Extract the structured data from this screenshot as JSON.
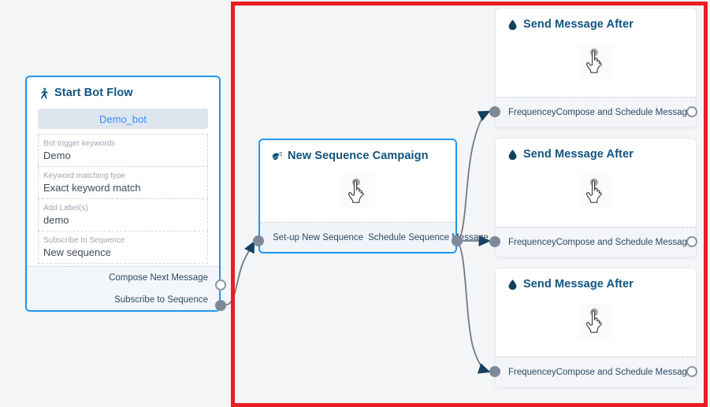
{
  "canvas": {
    "background": "#f4f5f7",
    "annotation": {
      "color": "#ec1c24",
      "label": "red-highlight-rectangle"
    }
  },
  "nodes": {
    "start_bot_flow": {
      "title": "Start Bot Flow",
      "icon": "running-person-icon",
      "bot_pill": "Demo_bot",
      "fields": [
        {
          "label": "Bot trigger keywords",
          "value": "Demo"
        },
        {
          "label": "Keyword matching type",
          "value": "Exact keyword match"
        },
        {
          "label": "Add Label(s)",
          "value": "demo"
        },
        {
          "label": "Subscribe to Sequence",
          "value": "New sequence"
        }
      ],
      "ports": [
        {
          "label": "Compose Next Message",
          "style": "hollow"
        },
        {
          "label": "Subscribe to Sequence",
          "style": "filled"
        }
      ]
    },
    "new_sequence_campaign": {
      "title": "New Sequence Campaign",
      "icon": "megaphone-icon",
      "body_icon": "pointing-hand-cursor",
      "ports_in": {
        "label": "Set-up New Sequence",
        "style": "filled"
      },
      "ports_out": {
        "label": "Schedule Sequence Message",
        "style": "filled"
      }
    },
    "send_message_after": [
      {
        "title": "Send Message After",
        "icon": "water-drop-icon",
        "body_icon": "pointing-hand-cursor",
        "port_in": {
          "label": "Frequencey",
          "style": "filled"
        },
        "port_out": {
          "label": "Compose and Schedule Message",
          "style": "hollow"
        }
      },
      {
        "title": "Send Message After",
        "icon": "water-drop-icon",
        "body_icon": "pointing-hand-cursor",
        "port_in": {
          "label": "Frequencey",
          "style": "filled"
        },
        "port_out": {
          "label": "Compose and Schedule Message",
          "style": "hollow"
        }
      },
      {
        "title": "Send Message After",
        "icon": "water-drop-icon",
        "body_icon": "pointing-hand-cursor",
        "port_in": {
          "label": "Frequencey",
          "style": "filled"
        },
        "port_out": {
          "label": "Compose and Schedule Message",
          "style": "hollow"
        }
      }
    ]
  },
  "colors": {
    "node_border_selected": "#2196f3",
    "title_text": "#13547f",
    "pill_bg": "#dde5ef",
    "pill_text": "#3c8dfd",
    "port_dot": "#7d8a99",
    "wire": "#6e7a88",
    "arrow": "#13405e"
  }
}
